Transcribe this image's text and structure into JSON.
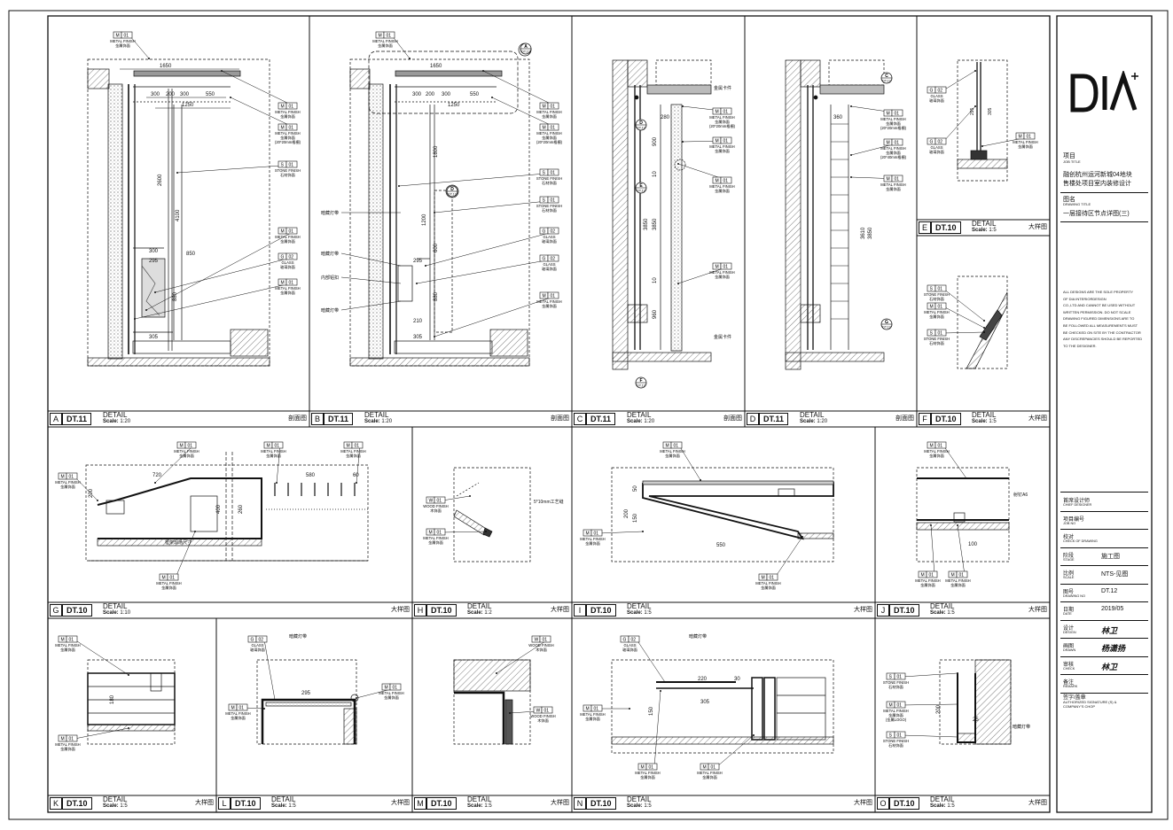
{
  "title_block": {
    "logo_text": "DIA",
    "job_title_label_cn": "项目",
    "job_title_label_en": "JOB TITLE",
    "job_title_line1": "融创杭州运河新城04地块",
    "job_title_line2": "售楼处项目室内装修设计",
    "drawing_title_label_cn": "图名",
    "drawing_title_label_en": "DRAWING TITLE",
    "drawing_title": "一层接待区节点详图(三)",
    "notice": [
      "ALL DESIGNS ARE THE SOLE PROPERTY",
      "OF DIA INTERIORDESIGN",
      "CO.,LTD AND CANNOT BE USED WITHOUT",
      "WRITTEN PERMISSION. DO NOT SCALE",
      "DRAWING FIGURED DIMENSIONS ARE TO",
      "BE FOLLOWED ALL MEASUREMENTS MUST",
      "BE CHECKED ON SITE BY THE CONTRACTOR",
      "ANY DISCREPANCIES SHOULD BE REPORTED",
      "TO THE DESIGNER."
    ],
    "rows": [
      {
        "cn": "首席设计师",
        "en": "CHIEF DESIGNER",
        "value": ""
      },
      {
        "cn": "项目编号",
        "en": "JOB NO",
        "value": ""
      },
      {
        "cn": "校对",
        "en": "CHECK OF DRAWING",
        "value": ""
      },
      {
        "cn": "阶段",
        "en": "STAGE",
        "value": "施工图"
      },
      {
        "cn": "比例",
        "en": "SCALE",
        "value": "NTS-见图"
      },
      {
        "cn": "图号",
        "en": "DRAWING NO",
        "value": "DT.12"
      },
      {
        "cn": "日期",
        "en": "DATE",
        "value": "2019/05"
      },
      {
        "cn": "设计",
        "en": "DESIGN",
        "value": "林卫"
      },
      {
        "cn": "画图",
        "en": "DRAWN",
        "value": "杨潇扬"
      },
      {
        "cn": "审核",
        "en": "CHECK",
        "value": "林卫"
      },
      {
        "cn": "备注",
        "en": "REMARK",
        "value": ""
      }
    ],
    "signature_cn": "签字/盖章",
    "signature_en": "AUTHORIZED SIGNATURE (S) & COMPANY'S CHOP"
  },
  "panels": [
    {
      "letter": "A",
      "ref": "DT.11",
      "detail": "DETAIL",
      "scale": "1:20",
      "kind": "剖面图"
    },
    {
      "letter": "B",
      "ref": "DT.11",
      "detail": "DETAIL",
      "scale": "1:20",
      "kind": "剖面图"
    },
    {
      "letter": "C",
      "ref": "DT.11",
      "detail": "DETAIL",
      "scale": "1:20",
      "kind": "剖面图"
    },
    {
      "letter": "D",
      "ref": "DT.11",
      "detail": "DETAIL",
      "scale": "1:20",
      "kind": "剖面图"
    },
    {
      "letter": "E",
      "ref": "DT.10",
      "detail": "DETAIL",
      "scale": "1:5",
      "kind": "大样图"
    },
    {
      "letter": "F",
      "ref": "DT.10",
      "detail": "DETAIL",
      "scale": "1:5",
      "kind": "大样图"
    },
    {
      "letter": "G",
      "ref": "DT.10",
      "detail": "DETAIL",
      "scale": "1:10",
      "kind": "大样图"
    },
    {
      "letter": "H",
      "ref": "DT.10",
      "detail": "DETAIL",
      "scale": "1:2",
      "kind": "大样图"
    },
    {
      "letter": "I",
      "ref": "DT.10",
      "detail": "DETAIL",
      "scale": "1:5",
      "kind": "大样图"
    },
    {
      "letter": "J",
      "ref": "DT.10",
      "detail": "DETAIL",
      "scale": "1:5",
      "kind": "大样图"
    },
    {
      "letter": "K",
      "ref": "DT.10",
      "detail": "DETAIL",
      "scale": "1:5",
      "kind": "大样图"
    },
    {
      "letter": "L",
      "ref": "DT.10",
      "detail": "DETAIL",
      "scale": "1:5",
      "kind": "大样图"
    },
    {
      "letter": "M",
      "ref": "DT.10",
      "detail": "DETAIL",
      "scale": "1:5",
      "kind": "大样图"
    },
    {
      "letter": "N",
      "ref": "DT.10",
      "detail": "DETAIL",
      "scale": "1:5",
      "kind": "大样图"
    },
    {
      "letter": "O",
      "ref": "DT.10",
      "detail": "DETAIL",
      "scale": "1:5",
      "kind": "大样图"
    }
  ],
  "scale_prefix": "Scale:",
  "materials": {
    "metal": {
      "code": "M",
      "no": "01",
      "en": "METAL FINISH",
      "cn": "金属饰面"
    },
    "stone": {
      "code": "S",
      "no": "01",
      "en": "STONE FINISH",
      "cn": "石材饰面"
    },
    "glass": {
      "code": "G",
      "no": "02",
      "en": "GLASS",
      "cn": "玻璃饰面"
    },
    "wood": {
      "code": "W",
      "no": "01",
      "en": "WOOD FINISH",
      "cn": "木饰面"
    }
  },
  "notes": {
    "grille": "(20*20mm格栅)",
    "grille40": "(20*40mm格栅)",
    "hidden_light": "暗藏灯带",
    "inner_frame": "内部铝扣",
    "metal_card": "金属卡件",
    "craft_seam": "5*10mm工艺缝",
    "hidden_nail": "射钉A6",
    "frame_size": "框架现场尺寸",
    "logo_metal": "(金属LOGO)"
  },
  "dims": {
    "a_top": "1650",
    "a_300": "300",
    "a_200": "200",
    "a_300b": "300",
    "a_550": "550",
    "a_1250": "1250",
    "a_2600": "2600",
    "a_4100": "4100",
    "a_850": "850",
    "a_295": "295",
    "a_305": "305",
    "a_880": "880",
    "a_300c": "300",
    "b_1800": "1800",
    "b_1200": "1200",
    "b_600": "600",
    "b_210": "210",
    "c_280": "280",
    "c_3850": "3850",
    "c_900": "900",
    "c_960": "960",
    "c_10": "10",
    "d_360": "360",
    "d_3610": "3610",
    "d_3850": "3850",
    "e_295": "295",
    "e_305": "305",
    "g_720": "720",
    "g_580": "580",
    "g_60": "60",
    "g_400": "400",
    "g_200": "200",
    "g_260": "260",
    "i_200": "200",
    "i_550": "550",
    "i_150": "150",
    "i_50": "50",
    "j_100": "100",
    "k_180": "180",
    "l_295": "295",
    "n_220": "220",
    "n_305": "305",
    "n_150": "150",
    "n_30": "30",
    "o_200": "200",
    "o_25": "25"
  }
}
